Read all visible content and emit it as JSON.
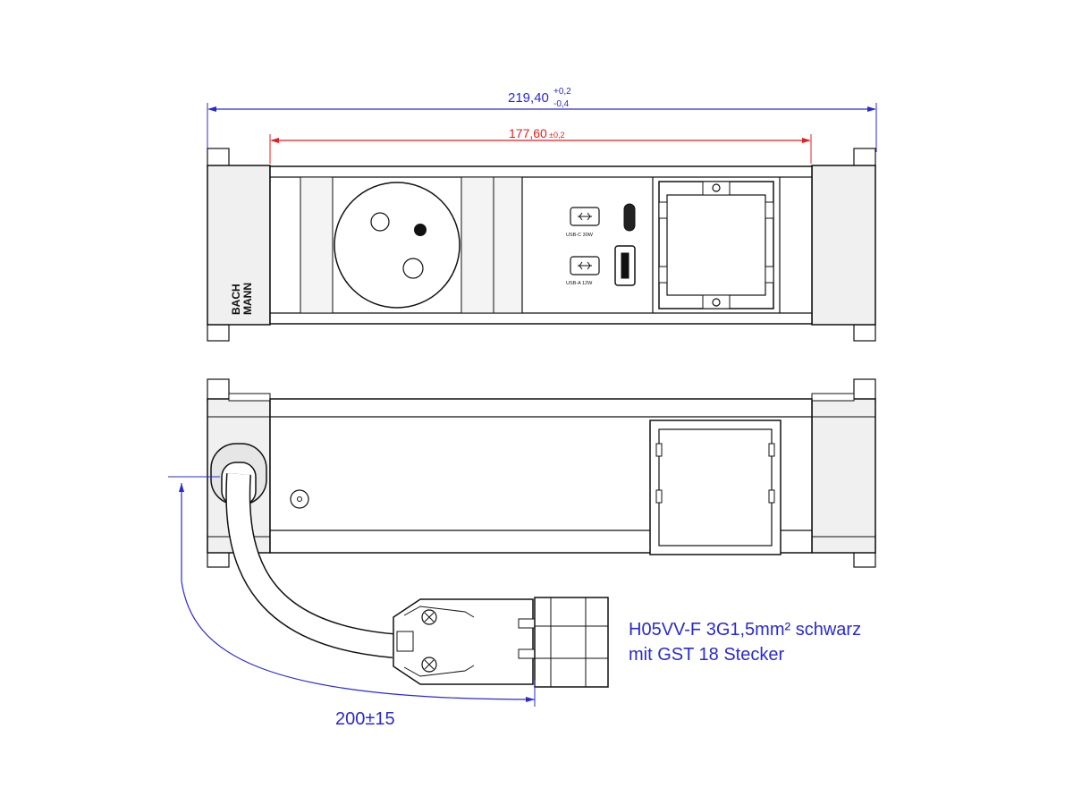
{
  "dimensions": {
    "overall_length": {
      "value": "219,40",
      "tol_upper": "+0,2",
      "tol_lower": "-0,4"
    },
    "insert_length": {
      "value": "177,60",
      "tol": "±0,2"
    },
    "cable_length": "200±15"
  },
  "front_view": {
    "brand_line1": "BACH",
    "brand_line2": "MANN",
    "usb_c_label": "USB-C 30W",
    "usb_a_label": "USB-A 12W"
  },
  "cable_note": {
    "line1": "H05VV-F 3G1,5mm² schwarz",
    "line2": "mit GST 18 Stecker"
  },
  "colors": {
    "dimension_blue": "#2a2ad0",
    "dimension_red": "#e02020",
    "outline": "#111111",
    "body_grey": "#efefef"
  }
}
